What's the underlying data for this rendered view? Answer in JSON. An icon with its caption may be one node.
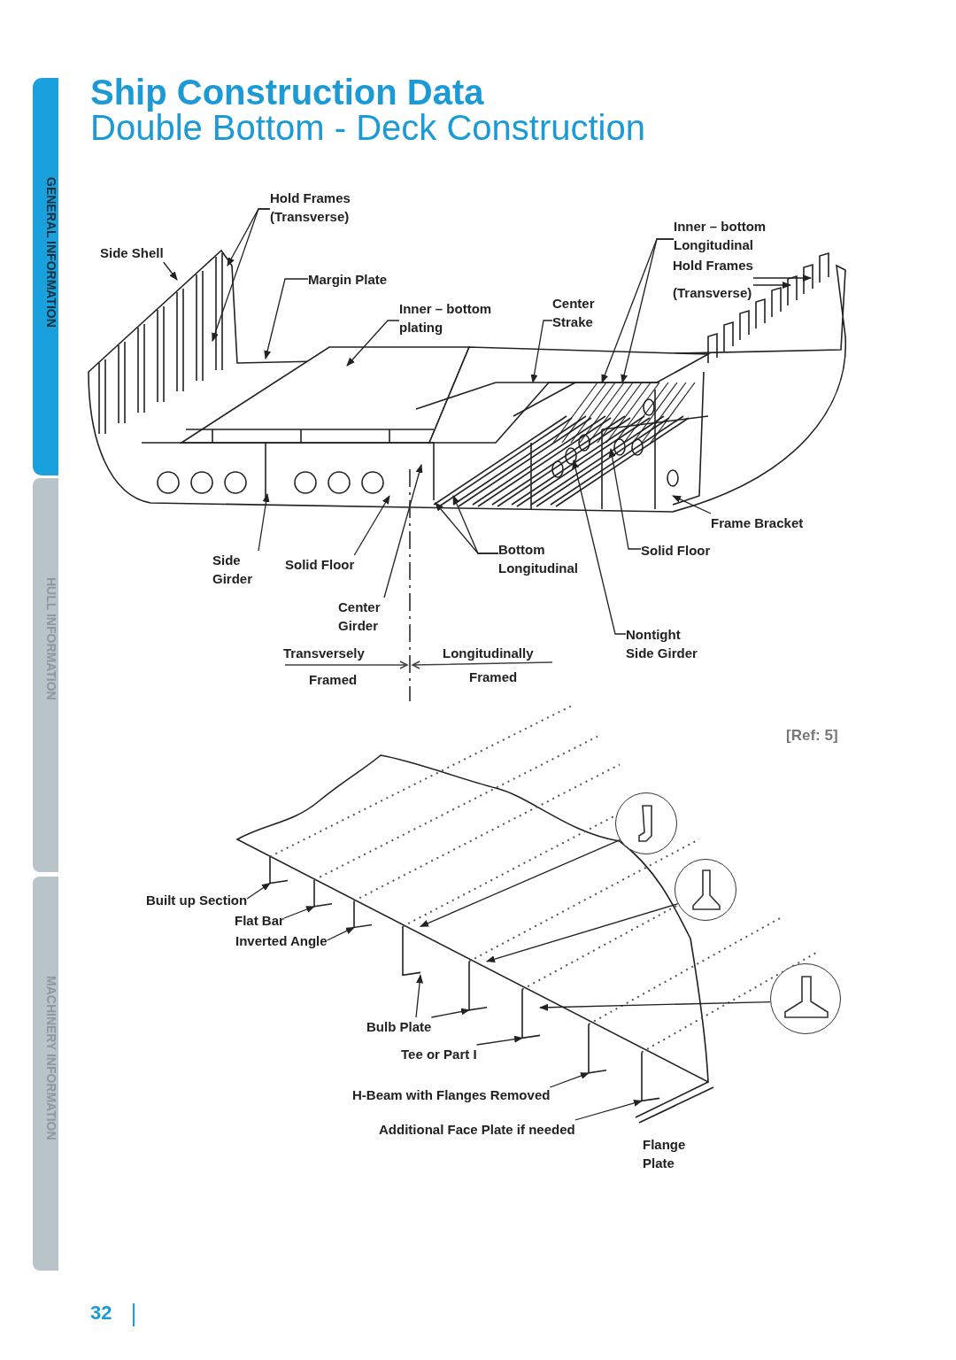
{
  "diagram": {
    "title": "Ship Construction Data",
    "nodes": [
      {
        "text": [
          "GENERAL INFORMATION"
        ]
      },
      {
        "text": [
          "HULL INFORMATION"
        ]
      },
      {
        "text": [
          "MACHINERY INFORMATION"
        ]
      },
      {
        "text": [
          "Hold Frames (Transverse)"
        ]
      },
      {
        "text": [
          "Side Shell"
        ]
      },
      {
        "text": [
          "Margin Plate"
        ]
      },
      {
        "text": [
          "Inner – bottom plating"
        ]
      },
      {
        "text": [
          "Center Strake"
        ]
      },
      {
        "text": [
          "Inner – bottom Longitudinal"
        ]
      },
      {
        "text": [
          "Hold Frames",
          "(Transverse)"
        ]
      },
      {
        "text": [
          "Frame Bracket"
        ]
      },
      {
        "text": [
          "Solid Floor"
        ]
      },
      {
        "text": [
          "Nontight Side Girder"
        ]
      },
      {
        "text": [
          "Bottom Longitudinal"
        ]
      },
      {
        "text": [
          "Center Girder"
        ]
      },
      {
        "text": [
          "Solid Floor"
        ]
      },
      {
        "text": [
          "Side Girder"
        ]
      },
      {
        "text": [
          "Built up Section"
        ]
      },
      {
        "text": [
          "Flat Bar"
        ]
      },
      {
        "text": [
          "Inverted Angle"
        ]
      },
      {
        "text": [
          "Bulb Plate"
        ]
      },
      {
        "text": [
          "Tee or Part I"
        ]
      },
      {
        "text": [
          "H-Beam with Flanges Removed"
        ]
      },
      {
        "text": [
          "Additional Face Plate if needed"
        ]
      },
      {
        "text": [],
        "shape": "circle"
      },
      {
        "text": [],
        "shape": "circle"
      },
      {
        "text": [],
        "shape": "circle"
      },
      {
        "text": [],
        "shape": "bar"
      },
      {
        "text": [],
        "shape": "bar"
      },
      {
        "text": [],
        "shape": "bar"
      },
      {
        "text": [],
        "shape": "bar"
      },
      {
        "text": [],
        "shape": "bar"
      },
      {
        "text": [],
        "shape": "bar"
      },
      {
        "text": [],
        "shape": "bar"
      },
      {
        "text": [],
        "shape": "bar"
      }
    ],
    "edges": [
      {
        "from": 3,
        "to": null,
        "arrow": "to"
      },
      {
        "from": 3,
        "to": null,
        "arrow": "to"
      },
      {
        "from": 4,
        "to": null,
        "arrow": "to"
      },
      {
        "from": 5,
        "to": null,
        "arrow": "to"
      },
      {
        "from": 6,
        "to": null,
        "arrow": "to"
      },
      {
        "from": 7,
        "to": null,
        "arrow": "to"
      },
      {
        "from": 8,
        "to": null,
        "arrow": "to"
      },
      {
        "from": 8,
        "to": null,
        "arrow": "to"
      },
      {
        "from": 9,
        "to": null,
        "arrow": "to"
      },
      {
        "from": 9,
        "to": null,
        "arrow": "to"
      },
      {
        "from": 10,
        "to": null,
        "arrow": "to"
      },
      {
        "from": 11,
        "to": null,
        "arrow": "to"
      },
      {
        "from": 12,
        "to": null,
        "arrow": "to"
      },
      {
        "from": 13,
        "to": null,
        "arrow": "to"
      },
      {
        "from": 13,
        "to": null,
        "arrow": "to"
      },
      {
        "from": 14,
        "to": null,
        "arrow": "to"
      },
      {
        "from": 15,
        "to": null,
        "arrow": "to"
      },
      {
        "from": 16,
        "to": null,
        "arrow": "to"
      },
      {
        "from": 17,
        "to": 27,
        "arrow": "to"
      },
      {
        "from": 18,
        "to": 28,
        "arrow": "to"
      },
      {
        "from": 19,
        "to": 29,
        "arrow": "to"
      },
      {
        "from": 20,
        "to": 30,
        "arrow": "to"
      },
      {
        "from": 20,
        "to": 31,
        "arrow": "to"
      },
      {
        "from": 21,
        "to": 32,
        "arrow": "to"
      },
      {
        "from": 22,
        "to": 33,
        "arrow": "to"
      },
      {
        "from": 23,
        "to": 34,
        "arrow": "to"
      },
      {
        "from": 24,
        "to": 30,
        "arrow": "to"
      },
      {
        "from": 25,
        "to": 31,
        "arrow": "to"
      },
      {
        "from": 26,
        "to": 32,
        "arrow": "to"
      }
    ],
    "labels": [
      "Double Bottom - Deck Construction",
      "Transversely",
      "Longitudinally",
      "Framed",
      "Framed",
      "[Ref: 5]",
      "Flange Plate",
      "32"
    ]
  }
}
